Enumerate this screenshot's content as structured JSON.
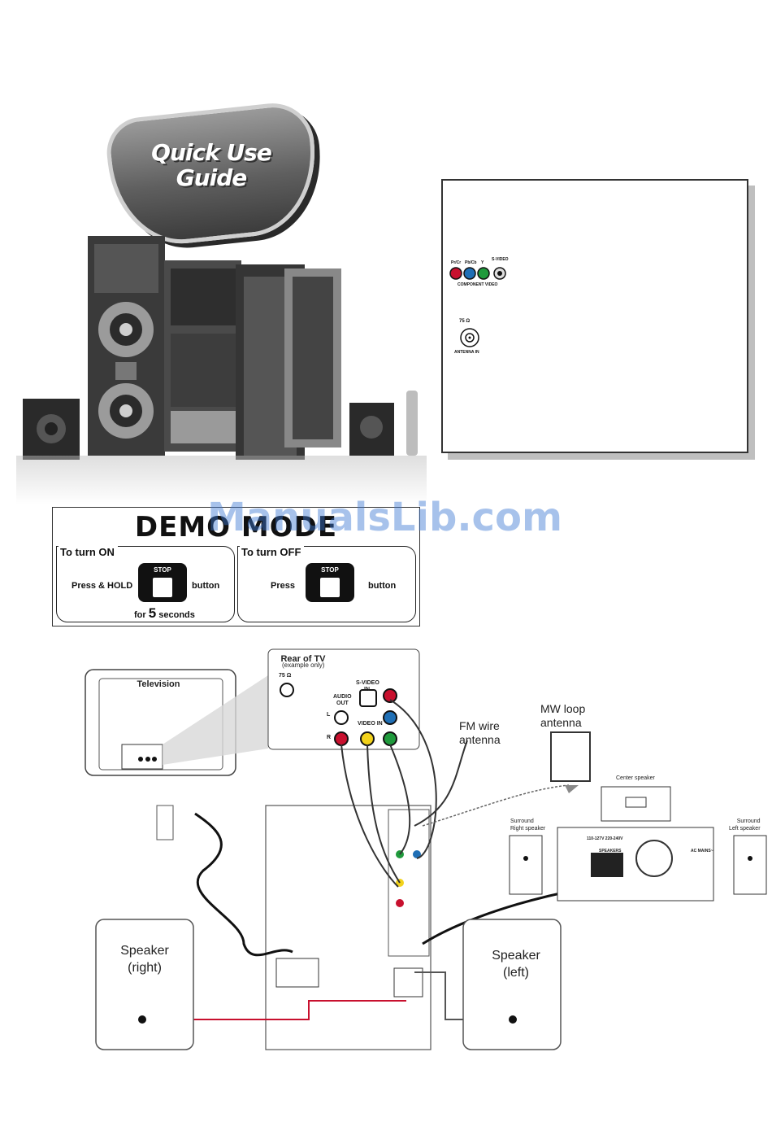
{
  "badge": {
    "line1": "Quick Use",
    "line2": "Guide"
  },
  "info_box": {
    "component_video": {
      "labels": [
        "Pr/Cr",
        "Pb/Cb",
        "Y",
        "S-VIDEO"
      ],
      "caption": "COMPONENT VIDEO"
    },
    "antenna": {
      "ohm": "75 Ω",
      "caption": "ANTENNA IN"
    }
  },
  "demo_mode": {
    "title": "DEMO MODE",
    "on": {
      "heading": "To turn ON",
      "press": "Press & HOLD",
      "button": "button",
      "for": "for",
      "seconds_value": "5",
      "seconds": "seconds"
    },
    "off": {
      "heading": "To turn OFF",
      "press": "Press",
      "button": "button"
    },
    "stop_label": "STOP"
  },
  "watermark": "ManualsLib.com",
  "diagram": {
    "television": "Television",
    "rear_of_tv": "Rear of TV",
    "example_only": "(example only)",
    "ohm": "75 Ω",
    "audio_out": [
      "AUDIO",
      "OUT"
    ],
    "s_video_in": [
      "S-VIDEO",
      "IN"
    ],
    "video_in": "VIDEO IN",
    "l": "L",
    "r": "R",
    "fm_antenna": [
      "FM wire",
      "antenna"
    ],
    "mw_antenna": [
      "MW loop",
      "antenna"
    ],
    "center_speaker": "Center speaker",
    "surround_right": [
      "Surround",
      "Right speaker"
    ],
    "surround_left": [
      "Surround",
      "Left speaker"
    ],
    "speaker_right": [
      "Speaker",
      "(right)"
    ],
    "speaker_left": [
      "Speaker",
      "(left)"
    ],
    "ac_mains": "AC MAINS~",
    "voltage": "110-127V  220-240V",
    "speakers": "SPEAKERS"
  },
  "colors": {
    "red_jack": "#c8102e",
    "blue_jack": "#1f6fb5",
    "green_jack": "#1f9a3c",
    "yellow_jack": "#f2d21b",
    "watermark": "#3c78d2"
  }
}
